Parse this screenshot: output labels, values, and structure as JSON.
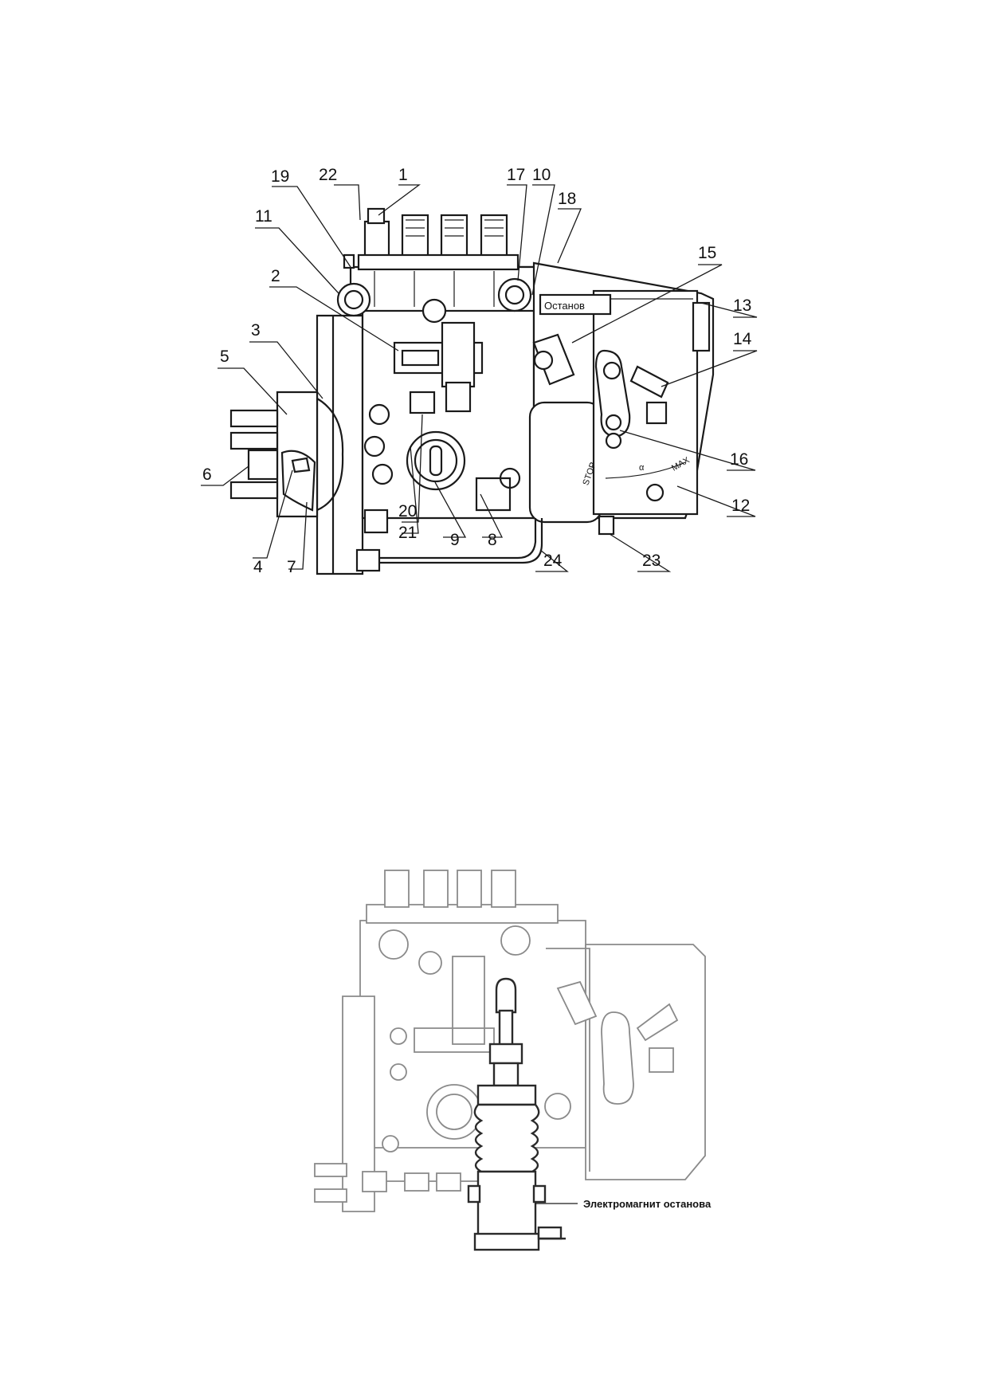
{
  "figure_top": {
    "callouts": [
      {
        "label": "1"
      },
      {
        "label": "2"
      },
      {
        "label": "3"
      },
      {
        "label": "4"
      },
      {
        "label": "5"
      },
      {
        "label": "6"
      },
      {
        "label": "7"
      },
      {
        "label": "8"
      },
      {
        "label": "9"
      },
      {
        "label": "10"
      },
      {
        "label": "11"
      },
      {
        "label": "12"
      },
      {
        "label": "13"
      },
      {
        "label": "14"
      },
      {
        "label": "15"
      },
      {
        "label": "16"
      },
      {
        "label": "17"
      },
      {
        "label": "18"
      },
      {
        "label": "19"
      },
      {
        "label": "20"
      },
      {
        "label": "21"
      },
      {
        "label": "22"
      },
      {
        "label": "23"
      },
      {
        "label": "24"
      }
    ],
    "stop_plate": "Останов",
    "scale_stop": "STOP",
    "scale_max": "MAX",
    "scale_angle": "α"
  },
  "figure_bottom": {
    "solenoid_label": "Электромагнит останова"
  }
}
